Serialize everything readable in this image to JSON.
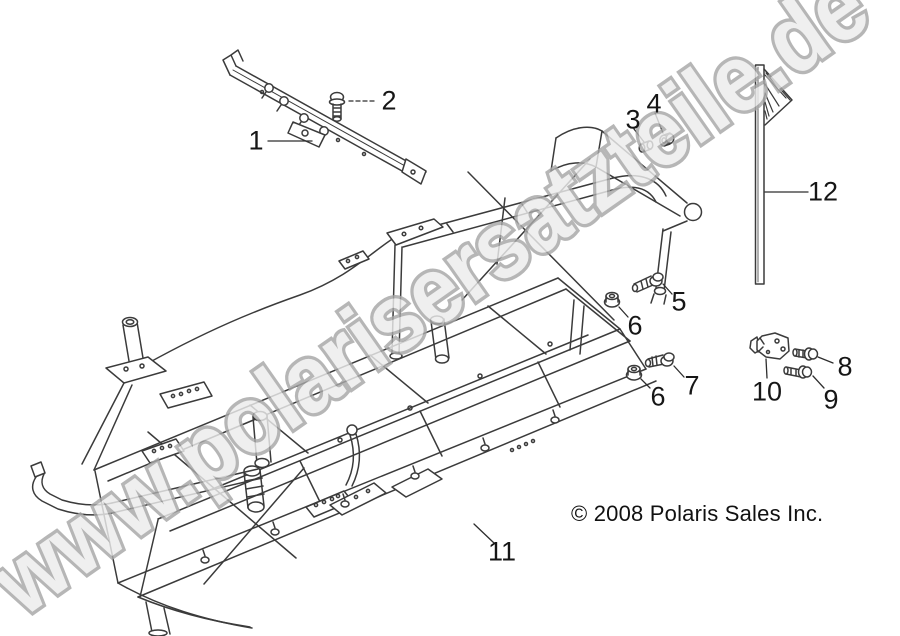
{
  "watermark": {
    "text": "www.polarisersatzteile.de"
  },
  "copyright": {
    "text": "© 2008 Polaris Sales Inc."
  },
  "callouts": {
    "c1": {
      "label": "1"
    },
    "c2": {
      "label": "2"
    },
    "c3": {
      "label": "3"
    },
    "c4": {
      "label": "4"
    },
    "c5": {
      "label": "5"
    },
    "c6a": {
      "label": "6"
    },
    "c6b": {
      "label": "6"
    },
    "c7": {
      "label": "7"
    },
    "c8": {
      "label": "8"
    },
    "c9": {
      "label": "9"
    },
    "c10": {
      "label": "10"
    },
    "c11": {
      "label": "11"
    },
    "c12": {
      "label": "12"
    }
  }
}
